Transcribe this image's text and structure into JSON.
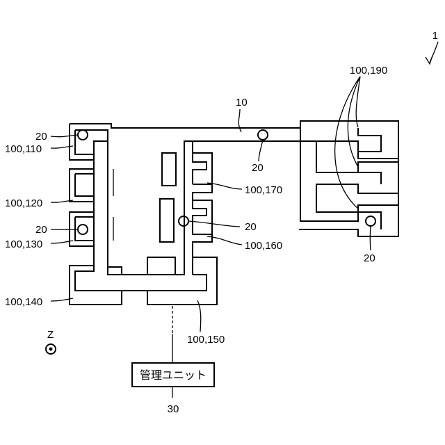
{
  "system_ref": "1",
  "network_ref": "10",
  "labels": {
    "u110": "100,110",
    "u120": "100,120",
    "u130": "100,130",
    "u140": "100,140",
    "u150": "100,150",
    "u160": "100,160",
    "u170": "100,170",
    "u190": "100,190",
    "s_a": "20",
    "s_b": "20",
    "s_c": "20",
    "s_d": "20",
    "s_e": "20"
  },
  "axis_label": "Z",
  "management_unit": {
    "label": "管理ユニット",
    "ref": "30"
  }
}
